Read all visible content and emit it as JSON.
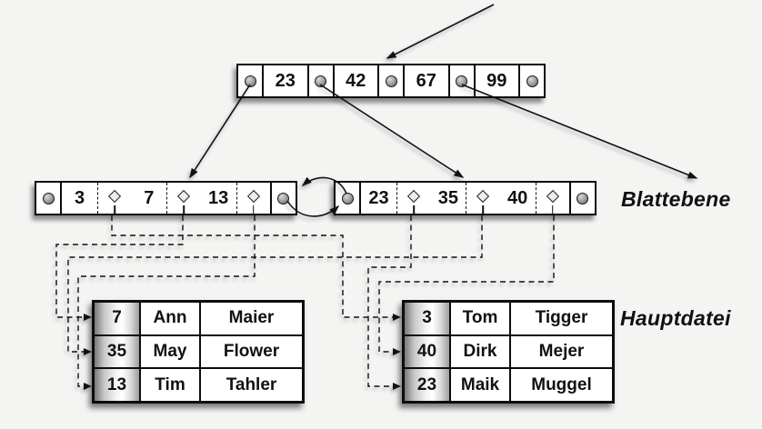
{
  "colors": {
    "background": "#f4f4f3",
    "line": "#111111",
    "box_fill": "#ffffff",
    "key_column_gray": "#9d9d9d"
  },
  "root_node": {
    "keys": [
      "23",
      "42",
      "67",
      "99"
    ]
  },
  "leaf_level": {
    "label": "Blattebene",
    "left_leaf": {
      "keys": [
        "3",
        "7",
        "13"
      ]
    },
    "right_leaf": {
      "keys": [
        "23",
        "35",
        "40"
      ]
    }
  },
  "main_file": {
    "label": "Hauptdatei",
    "left_table": {
      "rows": [
        {
          "key": "7",
          "first": "Ann",
          "last": "Maier"
        },
        {
          "key": "35",
          "first": "May",
          "last": "Flower"
        },
        {
          "key": "13",
          "first": "Tim",
          "last": "Tahler"
        }
      ]
    },
    "right_table": {
      "rows": [
        {
          "key": "3",
          "first": "Tom",
          "last": "Tigger"
        },
        {
          "key": "40",
          "first": "Dirk",
          "last": "Mejer"
        },
        {
          "key": "23",
          "first": "Maik",
          "last": "Muggel"
        }
      ]
    }
  }
}
